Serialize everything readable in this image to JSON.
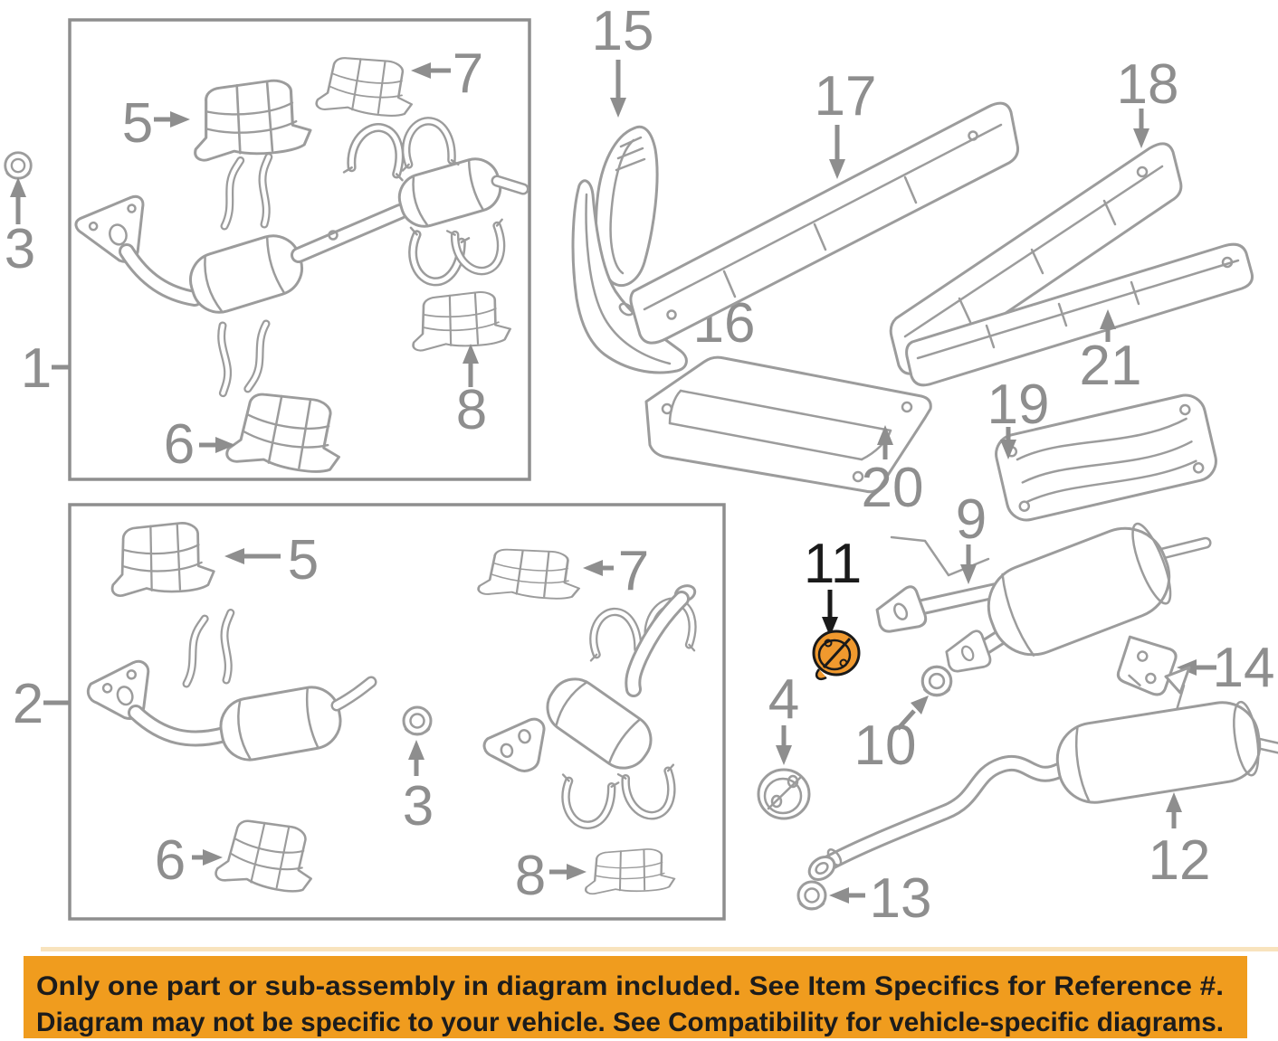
{
  "banner": {
    "line1": "Only one part or sub-assembly in diagram included. See Item Specifics for Reference #.",
    "line2": "Diagram may not be specific to your vehicle. See Compatibility for vehicle-specific diagrams.",
    "bg_color": "#F09C1E",
    "accent_strip_color": "#F8E3BD",
    "text_color": "#1C1C1C"
  },
  "colors": {
    "diagram_line": "#9C9C9C",
    "callout_text": "#8E8E8E",
    "highlight_fill": "#F0992E",
    "highlight_outline": "#1A1A1A"
  },
  "highlighted_reference": "11",
  "callouts": {
    "c1": "1",
    "c2": "2",
    "c3a": "3",
    "c3b": "3",
    "c4": "4",
    "c5a": "5",
    "c5b": "5",
    "c6a": "6",
    "c6b": "6",
    "c7a": "7",
    "c7b": "7",
    "c8a": "8",
    "c8b": "8",
    "c9": "9",
    "c10": "10",
    "c11": "11",
    "c12": "12",
    "c13": "13",
    "c14": "14",
    "c15": "15",
    "c16": "16",
    "c17": "17",
    "c18": "18",
    "c19": "19",
    "c20": "20",
    "c21": "21"
  }
}
